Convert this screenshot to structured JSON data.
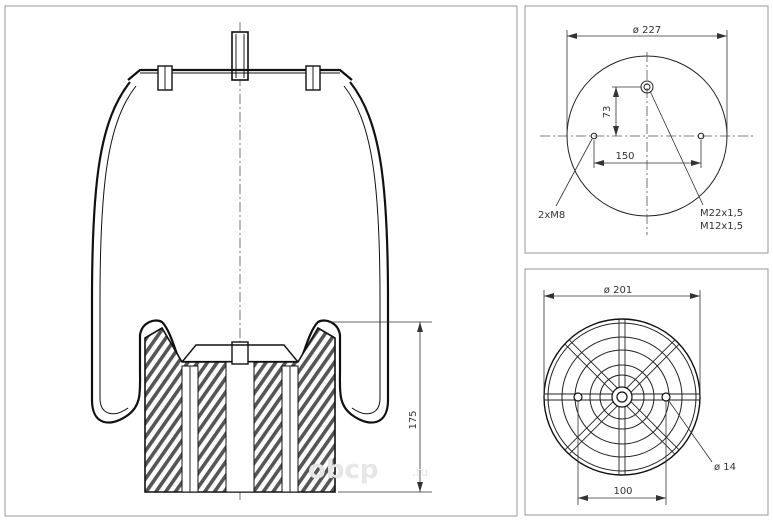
{
  "side_view": {
    "height_label": "175"
  },
  "top_view": {
    "diameter_label": "ø 227",
    "offset_label": "73",
    "spacing_label": "150",
    "bolt_label": "2xM8",
    "thread_label_1": "M22x1,5",
    "thread_label_2": "M12x1,5"
  },
  "bottom_view": {
    "diameter_label": "ø 201",
    "hole_label": "ø 14",
    "spacing_label": "100"
  },
  "watermark": {
    "brand": "obcp",
    "suffix": ".ru"
  }
}
